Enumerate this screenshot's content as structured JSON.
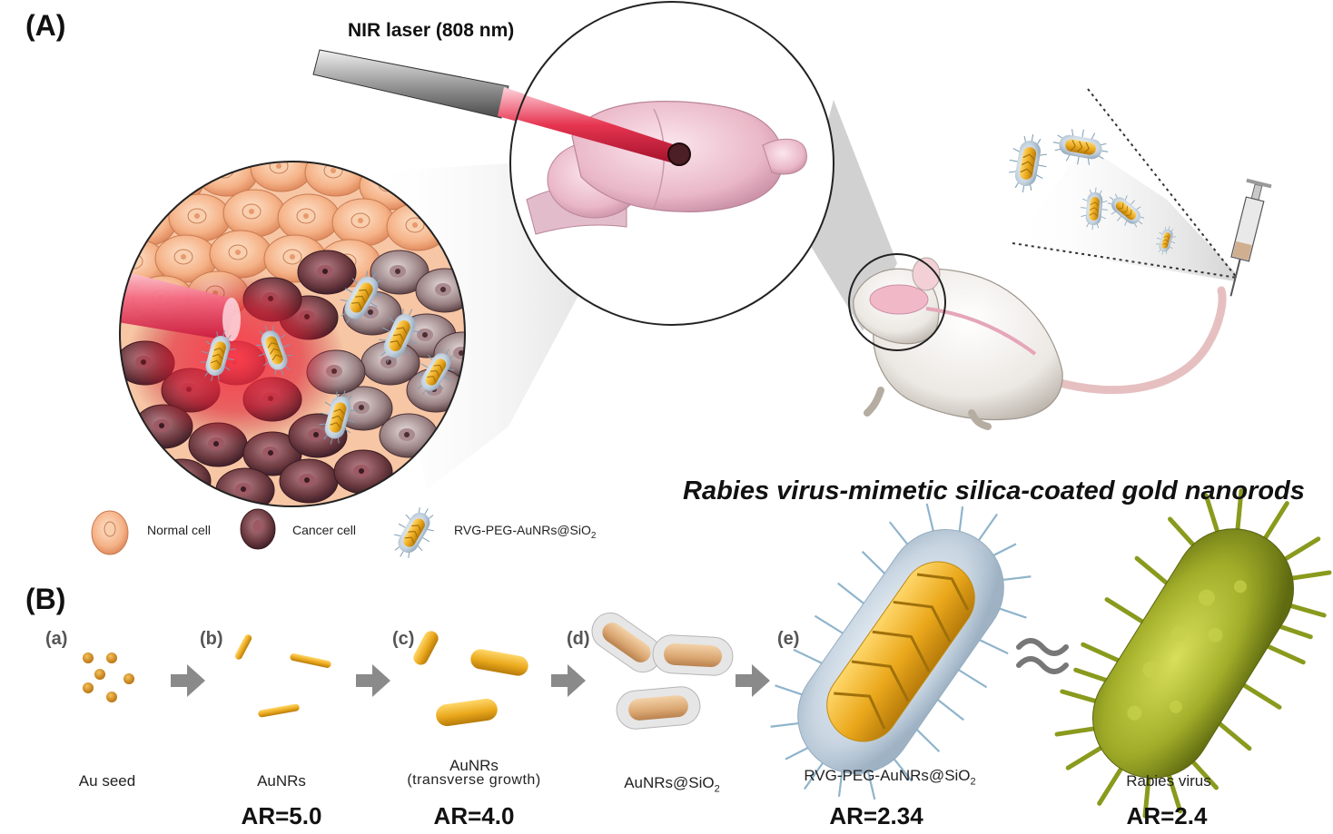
{
  "panel_a": {
    "label": "(A)",
    "laser_label": "NIR laser (808 nm)",
    "caption": "Rabies virus-mimetic silica-coated gold nanorods",
    "legend": {
      "normal_cell": "Normal cell",
      "cancer_cell": "Cancer cell",
      "nanoparticle_prefix": "RVG-PEG-AuNRs@SiO",
      "nanoparticle_sub": "2"
    }
  },
  "panel_b": {
    "label": "(B)",
    "steps": [
      {
        "letter": "(a)",
        "name": "Au seed",
        "ar": ""
      },
      {
        "letter": "(b)",
        "name": "AuNRs",
        "ar": "AR=5.0"
      },
      {
        "letter": "(c)",
        "name": "AuNRs",
        "sub": "(transverse growth)",
        "ar": "AR=4.0"
      },
      {
        "letter": "(d)",
        "name_prefix": "AuNRs@SiO",
        "name_sub": "2",
        "ar": ""
      },
      {
        "letter": "(e)",
        "name_prefix": "RVG-PEG-AuNRs@SiO",
        "name_sub": "2",
        "ar": "AR=2.34"
      },
      {
        "letter": "",
        "name": "Rabies virus",
        "ar": "AR=2.4"
      }
    ],
    "approx_symbol": "≈"
  },
  "colors": {
    "normal_cell": "#f6b98f",
    "cancer_cell": "#6e3a3f",
    "laser": "#e8384f",
    "gold": "#e9a81c",
    "silica": "#d6dfe8",
    "virus": "#a6b32c",
    "arrow": "#8a8a8a"
  }
}
